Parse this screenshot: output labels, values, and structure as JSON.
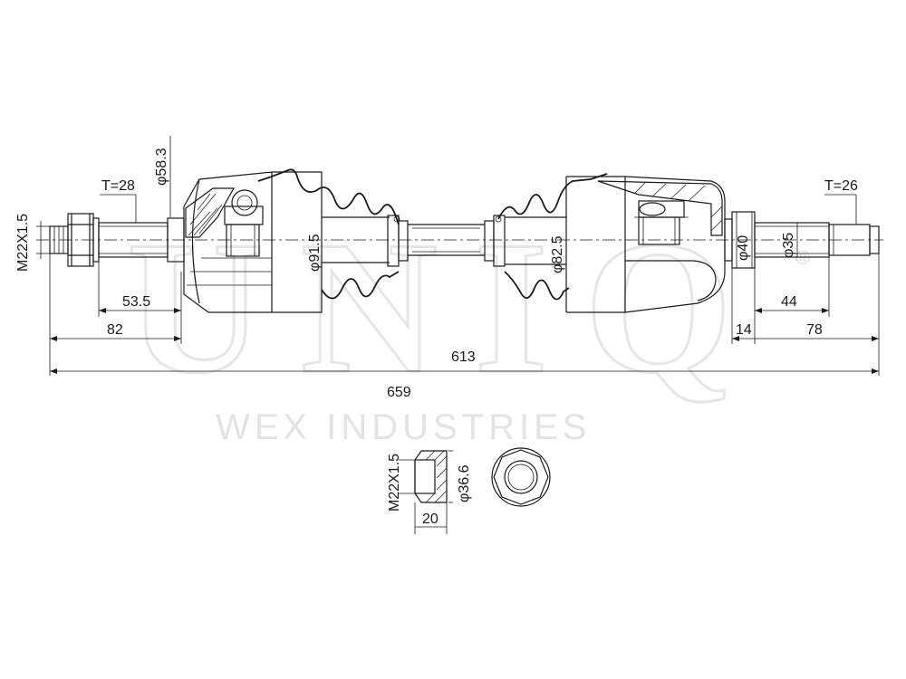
{
  "watermark": {
    "logo": "UNIQ",
    "company": "WEX INDUSTRIES",
    "registered": "®"
  },
  "dimensions": {
    "outer_thread": "M22X1.5",
    "outer_teeth": "T=28",
    "boot_small_dia": "φ58.3",
    "outer_joint_dia": "φ91.5",
    "outer_spline_len": "53.5",
    "outer_overall": "82",
    "inner_boot_dia": "φ82.5",
    "inner_teeth": "T=26",
    "inner_seal_dia": "φ40",
    "inner_spline_dia": "φ35",
    "inner_spline_len": "44",
    "inner_flange_len": "14",
    "inner_overall": "78",
    "length_613": "613",
    "length_659": "659",
    "nut_thread": "M22X1.5",
    "nut_dia": "φ36.6",
    "nut_width": "20"
  }
}
